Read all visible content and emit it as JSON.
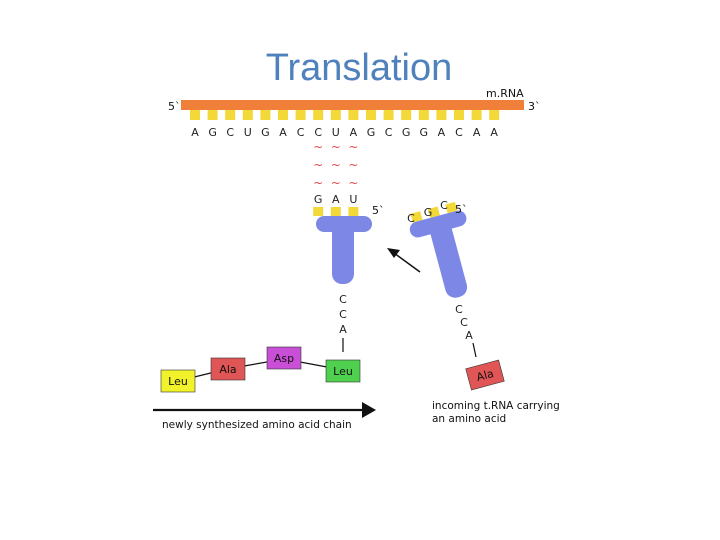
{
  "title": "Translation",
  "mrna": {
    "label": "m.RNA",
    "five_prime": "5`",
    "three_prime": "3`",
    "bases": [
      "A",
      "G",
      "C",
      "U",
      "G",
      "A",
      "C",
      "C",
      "U",
      "A",
      "G",
      "C",
      "G",
      "G",
      "A",
      "C",
      "A",
      "A"
    ]
  },
  "pairing_symbol": "~",
  "trna_bound": {
    "anticodon": [
      "G",
      "A",
      "U"
    ],
    "five_prime": "5`",
    "acceptor": [
      "C",
      "C",
      "A"
    ]
  },
  "trna_incoming": {
    "anticodon": [
      "C",
      "G",
      "C"
    ],
    "five_prime": "5`",
    "acceptor": [
      "C",
      "C",
      "A"
    ],
    "amino_acid": "Ala"
  },
  "chain": [
    {
      "name": "Leu",
      "color": "#f2f22a"
    },
    {
      "name": "Ala",
      "color": "#e05555"
    },
    {
      "name": "Asp",
      "color": "#c84fd6"
    },
    {
      "name": "Leu",
      "color": "#4fd14f"
    }
  ],
  "captions": {
    "chain": "newly synthesized amino acid chain",
    "incoming": [
      "incoming t.RNA carrying",
      "an amino acid"
    ]
  },
  "colors": {
    "mrna_strand": "#f07f3a",
    "base_tab": "#f3d83a",
    "trna": "#7d88e6",
    "title": "#4f81bd"
  }
}
